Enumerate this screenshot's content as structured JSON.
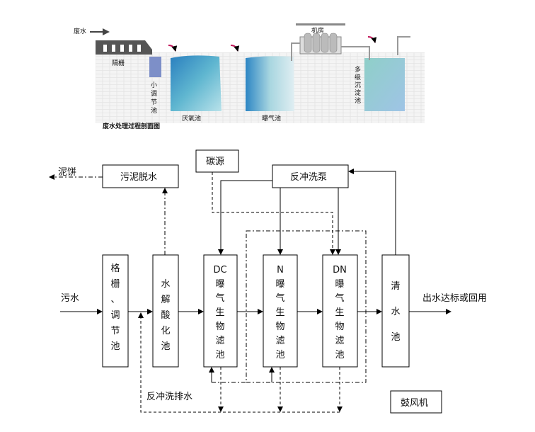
{
  "illustration": {
    "inflow": "废水",
    "grille": "隔栅",
    "small_tank": [
      "小",
      "调",
      "节",
      "池"
    ],
    "anaerobic": "厌氧池",
    "aeration": "曝气池",
    "machine_room": "机房",
    "sedimentation": [
      "多",
      "级",
      "沉",
      "淀",
      "池"
    ],
    "caption": "废水处理过程剖面图"
  },
  "flow": {
    "sludge_cake": "泥饼",
    "sludge_dewatering": "污泥脱水",
    "carbon_source": "碳源",
    "backwash_pump": "反冲洗泵",
    "sewage_in": "污水",
    "grille_tank": [
      "格",
      "栅",
      "、",
      "调",
      "节",
      "池"
    ],
    "hydrolysis": [
      "水",
      "解",
      "酸",
      "化",
      "池"
    ],
    "dc_filter": [
      "DC",
      "曝",
      "气",
      "生",
      "物",
      "滤",
      "池"
    ],
    "n_filter": [
      "N",
      "曝",
      "气",
      "生",
      "物",
      "滤",
      "池"
    ],
    "dn_filter": [
      "DN",
      "曝",
      "气",
      "生",
      "物",
      "滤",
      "池"
    ],
    "clear_tank": [
      "清",
      "水",
      "池"
    ],
    "outflow": "出水达标或回用",
    "backwash_drain": "反冲洗排水",
    "blower": "鼓风机"
  }
}
